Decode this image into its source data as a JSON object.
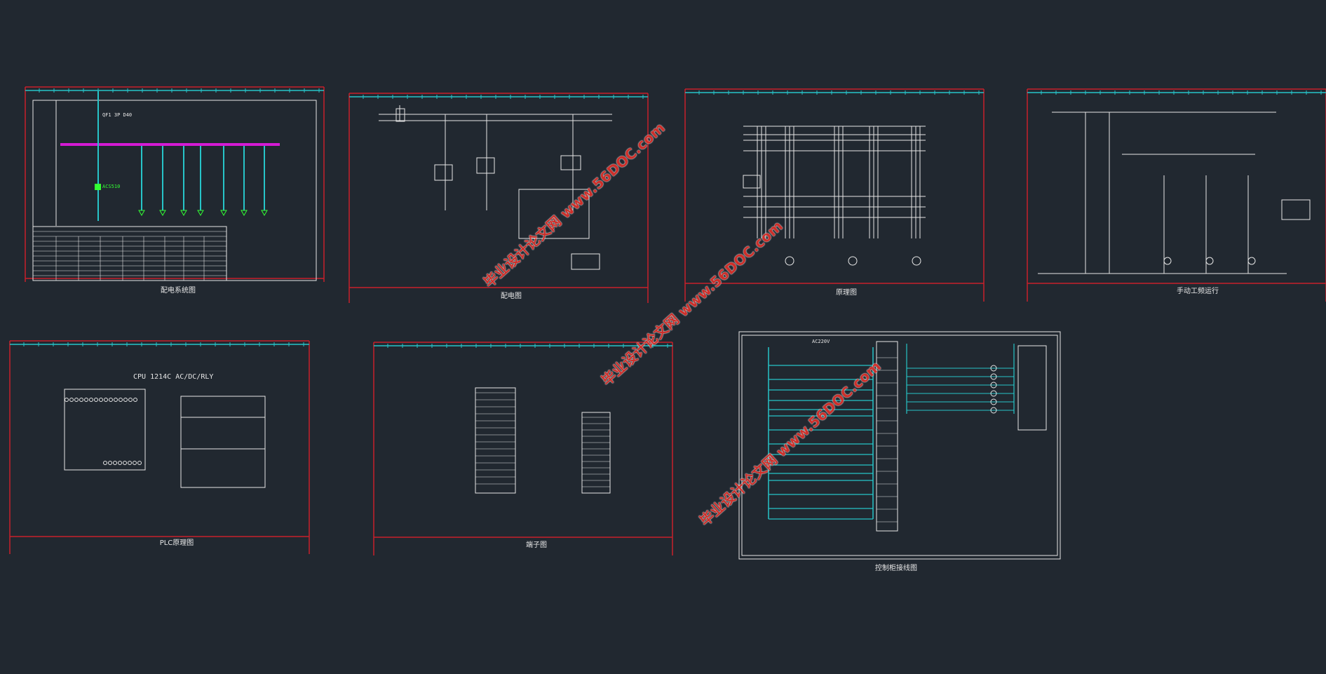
{
  "sheets": [
    {
      "title": "配电系统图"
    },
    {
      "title": "配电图"
    },
    {
      "title": "原理图"
    },
    {
      "title": "手动工频运行"
    },
    {
      "title": "PLC原理图"
    },
    {
      "title": "端子图"
    },
    {
      "title": "控制柜接线图"
    }
  ],
  "labels": {
    "cpu": "CPU 1214C  AC/DC/RLY",
    "ac220": "AC220V",
    "qf1": "QF1 3P D40",
    "acs": "ACS510"
  },
  "watermarks": [
    {
      "text": "毕业设计论文网 www.56DOC.com"
    },
    {
      "text": "毕业设计论文网 www.56DOC.com"
    },
    {
      "text": "毕业设计论文网 www.56DOC.com"
    }
  ],
  "colors": {
    "background": "#212830",
    "frame": "#c8202a",
    "rail": "#27c4c8",
    "bus": "#d41ad4",
    "line": "#e6e6e6"
  }
}
